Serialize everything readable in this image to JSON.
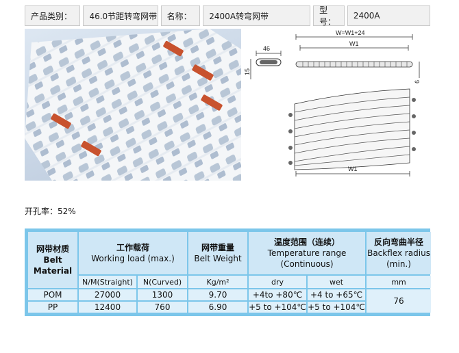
{
  "spec": {
    "category_label": "产品类别：",
    "category_value": "46.0节距转弯网带",
    "name_label": "名称：",
    "name_value": "2400A转弯网带",
    "model_label": "型号：",
    "model_value": "2400A"
  },
  "drawing": {
    "width_total": "W=W1+24",
    "width_inner": "W1",
    "pitch": "46",
    "height": "15",
    "thickness": "6",
    "curved_width": "W1"
  },
  "open_rate": "开孔率：52%",
  "table": {
    "headers": {
      "material_cn": "网带材质",
      "material_en1": "Belt",
      "material_en2": "Material",
      "load_cn": "工作载荷",
      "load_en": "Working load (max.)",
      "weight_cn": "网带重量",
      "weight_en": "Belt Weight",
      "temp_cn": "温度范围（连续）",
      "temp_en1": "Temperature range",
      "temp_en2": "(Continuous)",
      "backflex_cn": "反向弯曲半径",
      "backflex_en1": "Backflex radius",
      "backflex_en2": "(min.)"
    },
    "subheaders": {
      "straight": "N/M(Straight)",
      "curved": "N(Curved)",
      "weight_unit": "Kg/m²",
      "dry": "dry",
      "wet": "wet",
      "radius_unit": "mm"
    },
    "rows": [
      {
        "material": "POM",
        "straight": "27000",
        "curved": "1300",
        "weight": "9.70",
        "dry": "+4to +80℃",
        "wet": "+4 to +65℃"
      },
      {
        "material": "PP",
        "straight": "12400",
        "curved": "760",
        "weight": "6.90",
        "dry": "+5 to +104℃",
        "wet": "+5 to +104℃"
      }
    ],
    "backflex": "76"
  },
  "colors": {
    "table_border": "#7cc6ea",
    "header_bg": "#cfe7f6",
    "cell_bg": "#dff0fa",
    "rod": "#c8522e"
  }
}
